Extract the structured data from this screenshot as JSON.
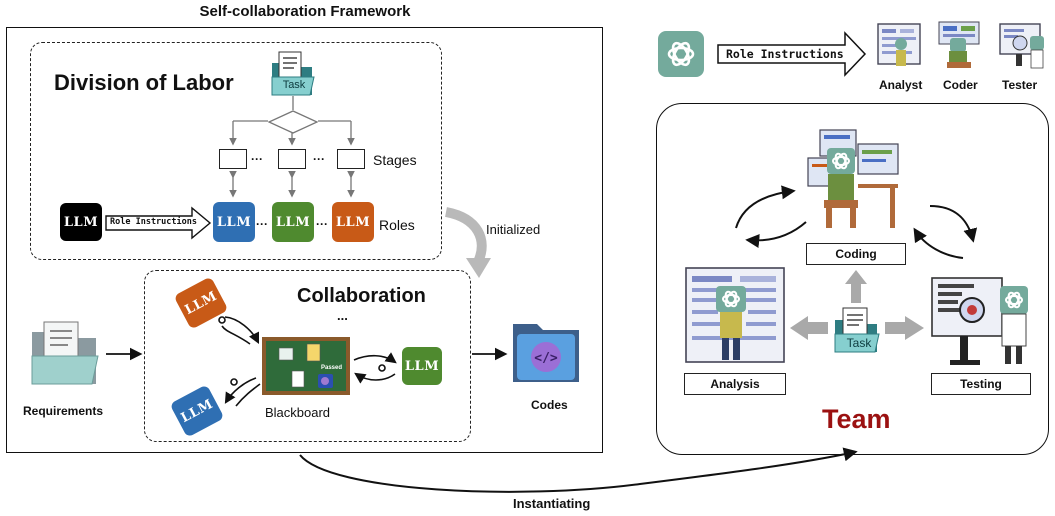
{
  "framework": {
    "title": "Self-collaboration Framework",
    "division_title": "Division of Labor",
    "task_label": "Task",
    "stages_label": "Stages",
    "roles_label": "Roles",
    "ellipsis": "···",
    "llm_label": "LLM",
    "role_instructions": "Role Instructions",
    "initialized_label": "Initialized",
    "collaboration_title": "Collaboration",
    "blackboard_label": "Blackboard",
    "passed_label": "Passed",
    "requirements_label": "Requirements",
    "codes_label": "Codes",
    "collab_dots": "..."
  },
  "team": {
    "role_instructions": "Role Instructions",
    "roles": [
      "Analyst",
      "Coder",
      "Tester"
    ],
    "coding_label": "Coding",
    "analysis_label": "Analysis",
    "testing_label": "Testing",
    "task_label": "Task",
    "team_title": "Team"
  },
  "bottom": {
    "instantiating_label": "Instantiating"
  },
  "colors": {
    "llm_blue": "#2f6fb3",
    "llm_green": "#4f8a2f",
    "llm_orange": "#c85a17",
    "llm_black": "#000000",
    "gpt_teal": "#74aa9c",
    "team_red": "#9b1111",
    "blackboard_green": "#2f6b3a"
  }
}
